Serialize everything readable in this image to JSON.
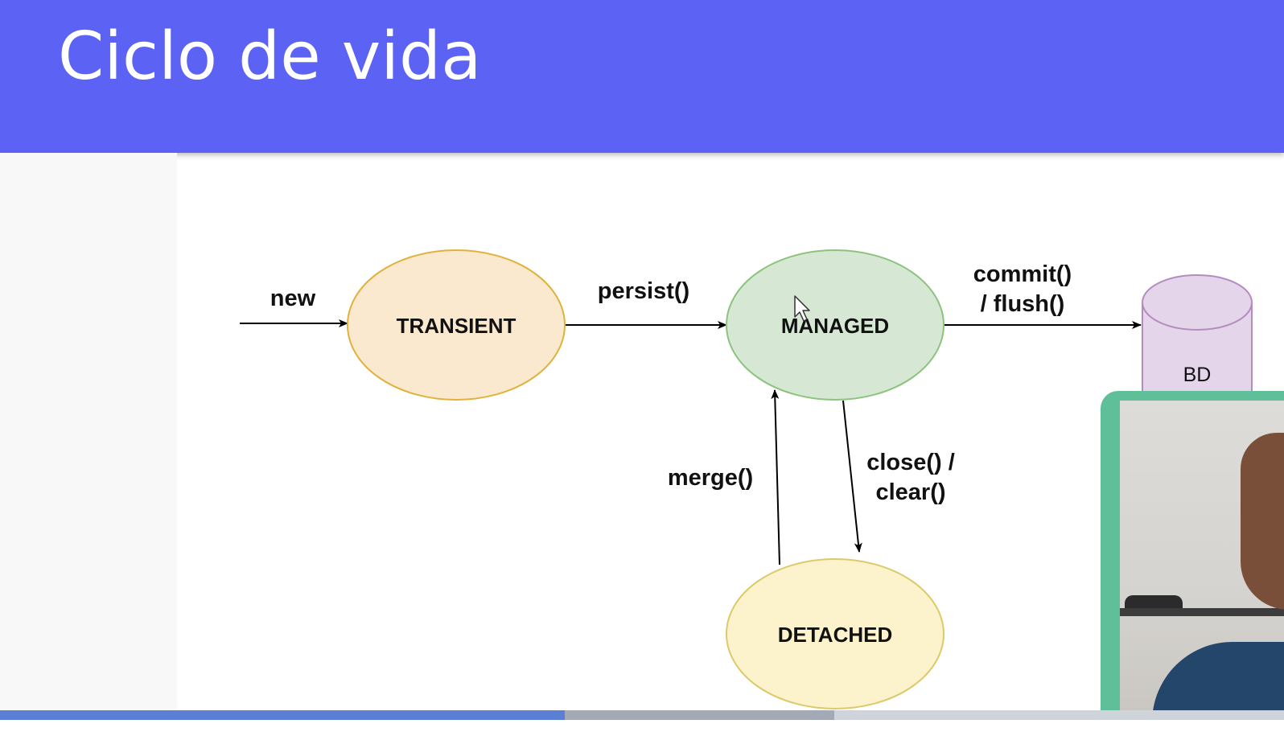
{
  "slide": {
    "title": "Ciclo de vida"
  },
  "diagram": {
    "states": {
      "transient": "TRANSIENT",
      "managed": "MANAGED",
      "detached": "DETACHED",
      "database": "BD"
    },
    "transitions": {
      "new": "new",
      "persist": "persist()",
      "commit_line1": "commit()",
      "commit_line2": "/ flush()",
      "merge": "merge()",
      "close_line1": "close() /",
      "close_line2": "clear()"
    },
    "colors": {
      "transient_fill": "#fbe9cf",
      "transient_stroke": "#e0b23c",
      "managed_fill": "#d6e8d4",
      "managed_stroke": "#8cc37e",
      "detached_fill": "#fcf3cc",
      "detached_stroke": "#dcc96a",
      "database_fill": "#e5d5ea",
      "database_stroke": "#b48cc0"
    }
  },
  "player": {
    "progress_fraction": 0.44,
    "buffered_fraction": 0.65
  },
  "colors": {
    "header": "#5b62f4",
    "webcam_border": "#5fbf98",
    "progress_played": "#5c7fd6"
  }
}
